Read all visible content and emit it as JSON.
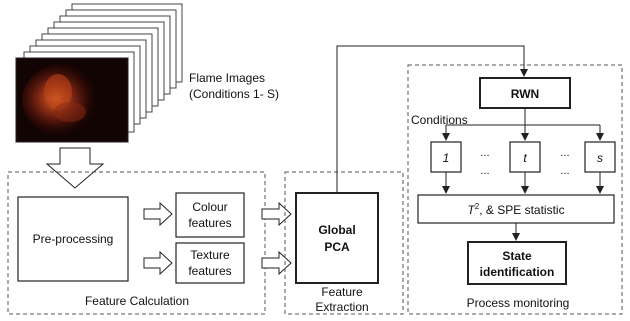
{
  "flame_images": {
    "label_line1": "Flame Images",
    "label_line2": "(Conditions 1- S)"
  },
  "feature_calculation": {
    "section_label": "Feature Calculation",
    "preprocessing_label": "Pre-processing",
    "colour_features_line1": "Colour",
    "colour_features_line2": "features",
    "texture_features_line1": "Texture",
    "texture_features_line2": "features"
  },
  "feature_extraction": {
    "section_label_line1": "Feature",
    "section_label_line2": "Extraction",
    "global_pca_line1": "Global",
    "global_pca_line2": "PCA"
  },
  "process_monitoring": {
    "section_label": "Process monitoring",
    "rwn_label": "RWN",
    "conditions_label": "Conditions",
    "condition_boxes": [
      "1",
      "t",
      "s"
    ],
    "ellipsis": "...",
    "statistic_prefix": "T",
    "statistic_sup": "2",
    "statistic_suffix": ", & SPE statistic",
    "state_identification_line1": "State",
    "state_identification_line2": "identification"
  },
  "colors": {
    "line": "#222222",
    "dashed_border": "#555555",
    "flame_bg": "#120403",
    "flame_core": "#c2461a"
  }
}
